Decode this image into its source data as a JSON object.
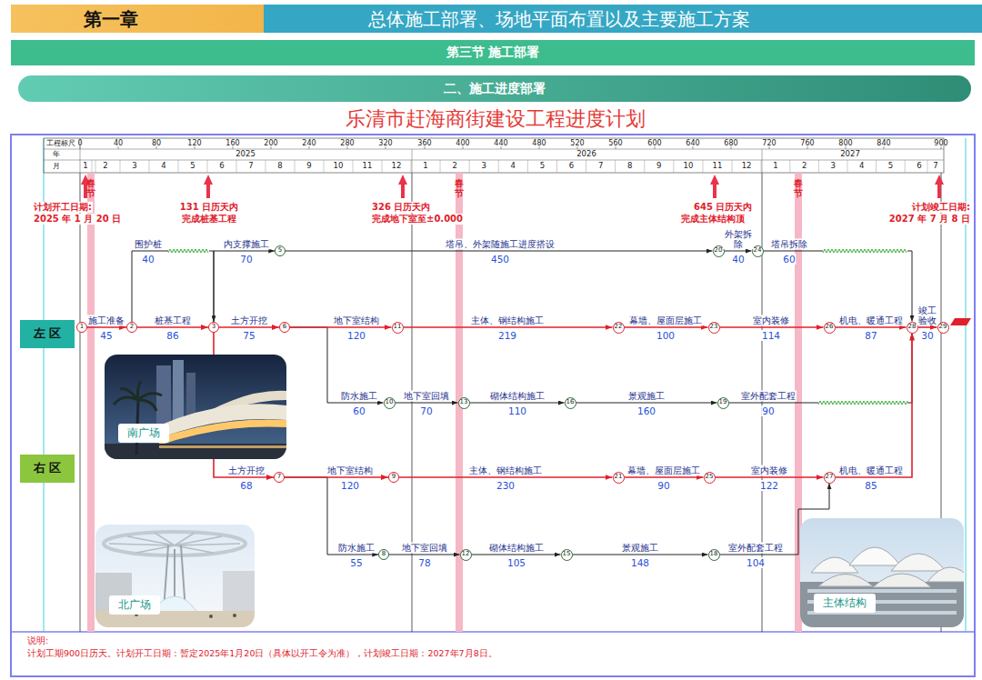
{
  "diagram": {
    "title": "乐清市赶海商街建设工程进度计划",
    "nodes": [
      {
        "text": [
          "第一章"
        ]
      },
      {
        "text": [
          "总体施工部署、场地平面布置以及主要施工方案"
        ]
      },
      {
        "text": [
          "第三节 施工部署"
        ]
      },
      {
        "text": [
          "二、施工进度部署"
        ]
      },
      {
        "text": [
          "左 区"
        ]
      },
      {
        "text": [
          "右 区"
        ]
      },
      {
        "text": [
          "5"
        ]
      },
      {
        "text": [
          "20"
        ]
      },
      {
        "text": [
          "24"
        ]
      },
      {
        "text": [
          "1"
        ]
      },
      {
        "text": [
          "2"
        ]
      },
      {
        "text": [
          "3"
        ]
      },
      {
        "text": [
          "6"
        ]
      },
      {
        "text": [
          "11"
        ]
      },
      {
        "text": [
          "22"
        ]
      },
      {
        "text": [
          "23"
        ]
      },
      {
        "text": [
          "26"
        ]
      },
      {
        "text": [
          "28"
        ]
      },
      {
        "text": [
          "29"
        ]
      },
      {
        "text": [
          "10"
        ]
      },
      {
        "text": [
          "13"
        ]
      },
      {
        "text": [
          "16"
        ]
      },
      {
        "text": [
          "19"
        ]
      },
      {
        "text": [
          "7"
        ]
      },
      {
        "text": [
          "9"
        ]
      },
      {
        "text": [
          "21"
        ]
      },
      {
        "text": [
          "25"
        ]
      },
      {
        "text": [
          "27"
        ]
      },
      {
        "text": [
          "8"
        ]
      },
      {
        "text": [
          "12"
        ]
      },
      {
        "text": [
          "15"
        ]
      },
      {
        "text": [
          "18"
        ]
      },
      {
        "text": [
          "南广场"
        ]
      },
      {
        "text": [
          "北广场"
        ]
      },
      {
        "text": [
          "主体结构"
        ]
      }
    ],
    "edges": [
      {
        "from": 10,
        "to": 11,
        "label": "围护桩",
        "arrow": "to"
      },
      {
        "from": 11,
        "to": 6,
        "label": "内支撑施工",
        "arrow": "to"
      },
      {
        "from": 6,
        "to": 7,
        "label": "塔吊、外架随施工进度搭设",
        "arrow": "to"
      },
      {
        "from": 7,
        "to": 8,
        "label": "外架拆除",
        "arrow": "to"
      },
      {
        "from": 8,
        "to": 17,
        "label": "塔吊拆除",
        "arrow": "to"
      },
      {
        "from": 9,
        "to": 10,
        "label": "施工准备",
        "arrow": "to"
      },
      {
        "from": 10,
        "to": 11,
        "label": "桩基工程",
        "arrow": "to"
      },
      {
        "from": 11,
        "to": 12,
        "label": "土方开挖",
        "arrow": "to"
      },
      {
        "from": 12,
        "to": 13,
        "label": "地下室结构",
        "arrow": "to"
      },
      {
        "from": 13,
        "to": 14,
        "label": "主体、钢结构施工",
        "arrow": "to"
      },
      {
        "from": 14,
        "to": 15,
        "label": "幕墙、屋面层施工",
        "arrow": "to"
      },
      {
        "from": 15,
        "to": 16,
        "label": "室内装修",
        "arrow": "to"
      },
      {
        "from": 16,
        "to": 17,
        "label": "机电、暖通工程",
        "arrow": "to"
      },
      {
        "from": 17,
        "to": 18,
        "label": "竣工验收",
        "arrow": "to"
      },
      {
        "from": 12,
        "to": 19,
        "label": "防水施工",
        "arrow": "to"
      },
      {
        "from": 19,
        "to": 20,
        "label": "地下室回填",
        "arrow": "to"
      },
      {
        "from": 20,
        "to": 21,
        "label": "砌体结构施工",
        "arrow": "to"
      },
      {
        "from": 21,
        "to": 22,
        "label": "景观施工",
        "arrow": "to"
      },
      {
        "from": 22,
        "to": 17,
        "label": "室外配套工程",
        "arrow": "to"
      },
      {
        "from": 11,
        "to": 23,
        "label": "土方开挖",
        "arrow": "to"
      },
      {
        "from": 23,
        "to": 24,
        "label": "地下室结构",
        "arrow": "to"
      },
      {
        "from": 24,
        "to": 25,
        "label": "主体、钢结构施工",
        "arrow": "to"
      },
      {
        "from": 25,
        "to": 26,
        "label": "幕墙、屋面层施工",
        "arrow": "to"
      },
      {
        "from": 26,
        "to": 27,
        "label": "室内装修",
        "arrow": "to"
      },
      {
        "from": 27,
        "to": 17,
        "label": "机电、暖通工程",
        "arrow": "to"
      },
      {
        "from": 23,
        "to": 28,
        "label": "防水施工",
        "arrow": "to"
      },
      {
        "from": 28,
        "to": 29,
        "label": "地下室回填",
        "arrow": "to"
      },
      {
        "from": 29,
        "to": 30,
        "label": "砌体结构施工",
        "arrow": "to"
      },
      {
        "from": 30,
        "to": 31,
        "label": "景观施工",
        "arrow": "to"
      },
      {
        "from": 31,
        "to": 27,
        "label": "室外配套工程",
        "arrow": "to"
      }
    ],
    "labels": [
      "工程标尺",
      "0",
      "40",
      "80",
      "120",
      "160",
      "200",
      "240",
      "280",
      "320",
      "360",
      "400",
      "440",
      "480",
      "520",
      "560",
      "600",
      "640",
      "680",
      "720",
      "760",
      "800",
      "840",
      "900",
      "年",
      "2025",
      "2026",
      "2027",
      "月",
      "1",
      "2",
      "3",
      "4",
      "5",
      "6",
      "7",
      "8",
      "9",
      "10",
      "11",
      "12",
      "1",
      "2",
      "3",
      "4",
      "5",
      "6",
      "7",
      "8",
      "9",
      "10",
      "11",
      "12",
      "1",
      "2",
      "3",
      "4",
      "5",
      "6",
      "7",
      "春节",
      "春节",
      "春节",
      "计划开工日期:",
      "2025 年 1 月 20 日",
      "131 日历天内",
      "完成桩基工程",
      "326 日历天内",
      "完成地下室至±0.000",
      "645 日历天内",
      "完成主体结构顶",
      "计划竣工日期:",
      "2027 年 7 月 8 日",
      "40",
      "70",
      "450",
      "40",
      "60",
      "45",
      "86",
      "75",
      "120",
      "219",
      "100",
      "114",
      "87",
      "30",
      "60",
      "70",
      "110",
      "160",
      "90",
      "68",
      "120",
      "230",
      "90",
      "122",
      "85",
      "55",
      "78",
      "105",
      "148",
      "104",
      "说明:",
      "计划工期900日历天。计划开工日期：暂定2025年1月20日（具体以开工令为准），计划竣工日期：2027年7月8日。"
    ]
  }
}
